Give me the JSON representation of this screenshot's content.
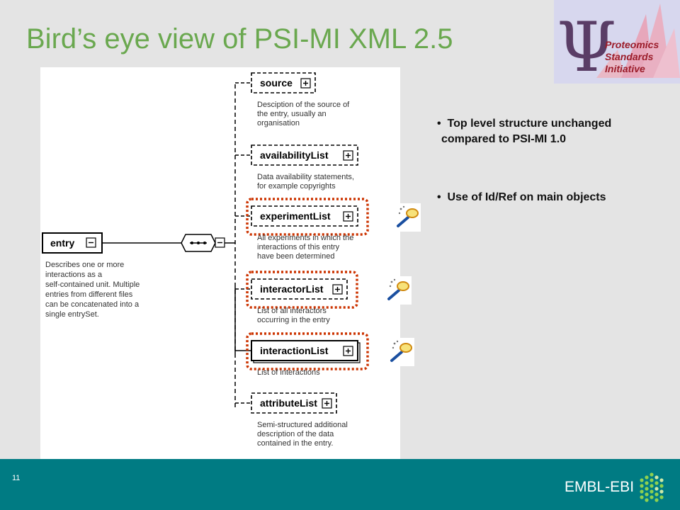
{
  "slide": {
    "title": "Bird’s eye view of PSI-MI XML 2.5",
    "page_number": "11"
  },
  "logo": {
    "symbol": "Ψ",
    "lines": [
      "Proteomics",
      "Standards",
      "Initiative"
    ]
  },
  "diagram": {
    "root": {
      "label": "entry",
      "description": [
        "Describes one or more",
        "interactions as a",
        "self-contained unit. Multiple",
        "entries from different files",
        "can be concatenated into a",
        "single entrySet."
      ]
    },
    "children": [
      {
        "label": "source",
        "description": [
          "Desciption of the source of",
          "the entry, usually an",
          "organisation"
        ]
      },
      {
        "label": "availabilityList",
        "description": [
          "Data availability statements,",
          " for example copyrights"
        ]
      },
      {
        "label": "experimentList",
        "description": [
          "All experiments in which the",
          "interactions of this entry",
          "have been determined"
        ]
      },
      {
        "label": "interactorList",
        "description": [
          "List of all interactors",
          "occurring in the entry"
        ]
      },
      {
        "label": "interactionList",
        "description": [
          "List of interactions"
        ]
      },
      {
        "label": "attributeList",
        "description": [
          "Semi-structured additional",
          "description of the data",
          "contained in the entry."
        ]
      }
    ]
  },
  "bullets": [
    {
      "line1": "Top level structure unchanged",
      "line2": " compared to PSI-MI 1.0"
    },
    {
      "line1": "Use of Id/Ref on main objects"
    }
  ],
  "footer": {
    "brand": "EMBL-EBI"
  },
  "colors": {
    "title": "#6aa84f",
    "footer": "#007b83",
    "highlight": "#cc3300",
    "logo_bg": "#d7d7ee"
  },
  "icons": [
    "magnifier-icon",
    "expand-icon",
    "collapse-icon",
    "sequence-icon"
  ]
}
